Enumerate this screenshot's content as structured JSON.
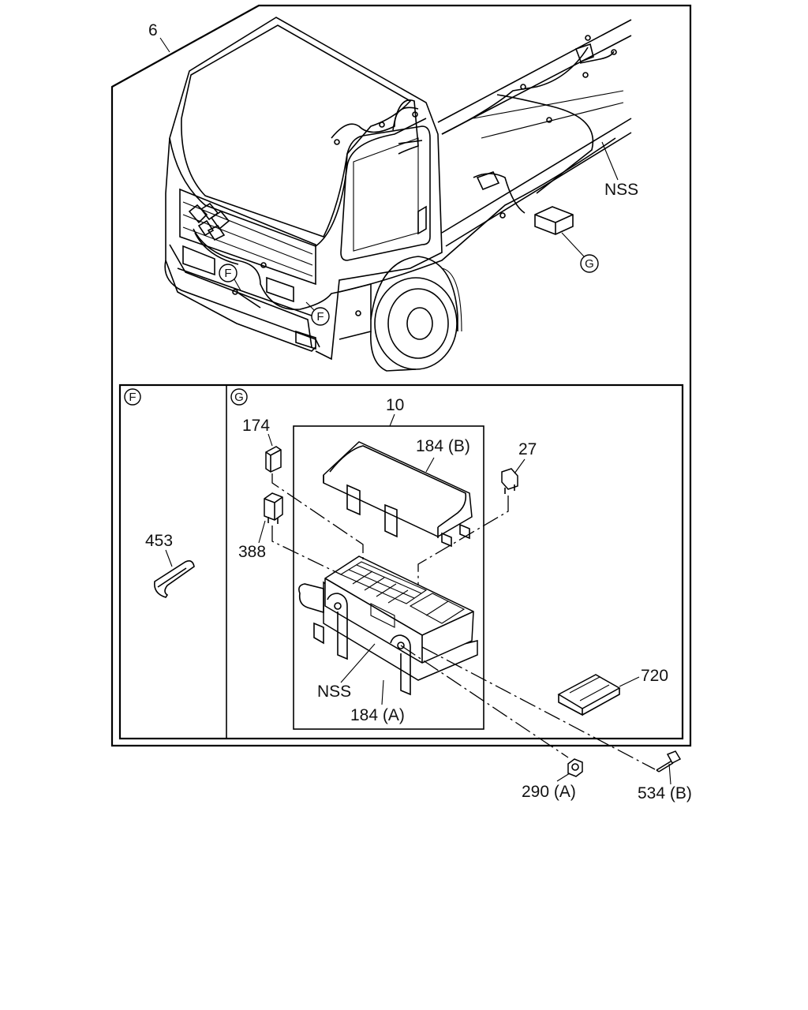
{
  "callouts": {
    "c6": "6",
    "nss_top": "NSS",
    "g_top": "G",
    "f_top1": "F",
    "f_top2": "F",
    "panel_f": "F",
    "panel_g": "G",
    "c10": "10",
    "c174": "174",
    "c184b": "184 (B)",
    "c27": "27",
    "c453": "453",
    "c388": "388",
    "c720": "720",
    "nss_box": "NSS",
    "c184a": "184 (A)",
    "c290a": "290 (A)",
    "c534b": "534 (B)"
  }
}
